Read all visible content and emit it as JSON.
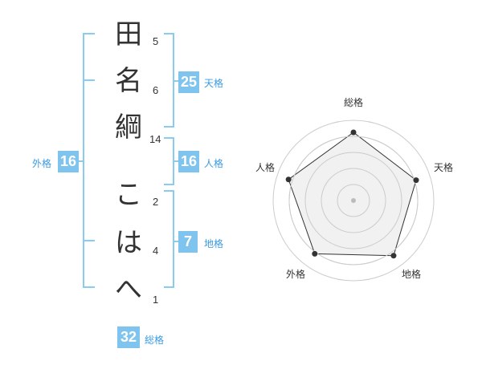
{
  "name_chars": [
    {
      "char": "田",
      "strokes": "5"
    },
    {
      "char": "名",
      "strokes": "6"
    },
    {
      "char": "綱",
      "strokes": "14"
    },
    {
      "char": "こ",
      "strokes": "2"
    },
    {
      "char": "は",
      "strokes": "4"
    },
    {
      "char": "へ",
      "strokes": "1"
    }
  ],
  "scores": {
    "tenkaku": {
      "label": "天格",
      "value": "25"
    },
    "jinkaku": {
      "label": "人格",
      "value": "16"
    },
    "chikaku": {
      "label": "地格",
      "value": "7"
    },
    "gaikaku": {
      "label": "外格",
      "value": "16"
    },
    "soukaku": {
      "label": "総格",
      "value": "32"
    }
  },
  "chart_data": {
    "type": "radar",
    "axes": [
      "総格",
      "天格",
      "地格",
      "外格",
      "人格"
    ],
    "values": [
      0.85,
      0.82,
      0.85,
      0.82,
      0.85
    ],
    "range": [
      0,
      1
    ],
    "grid": true,
    "colors": {
      "fill": "#eeeeee",
      "stroke": "#333333",
      "grid": "#cccccc",
      "point": "#333333",
      "center": "#bbbbbb"
    }
  }
}
